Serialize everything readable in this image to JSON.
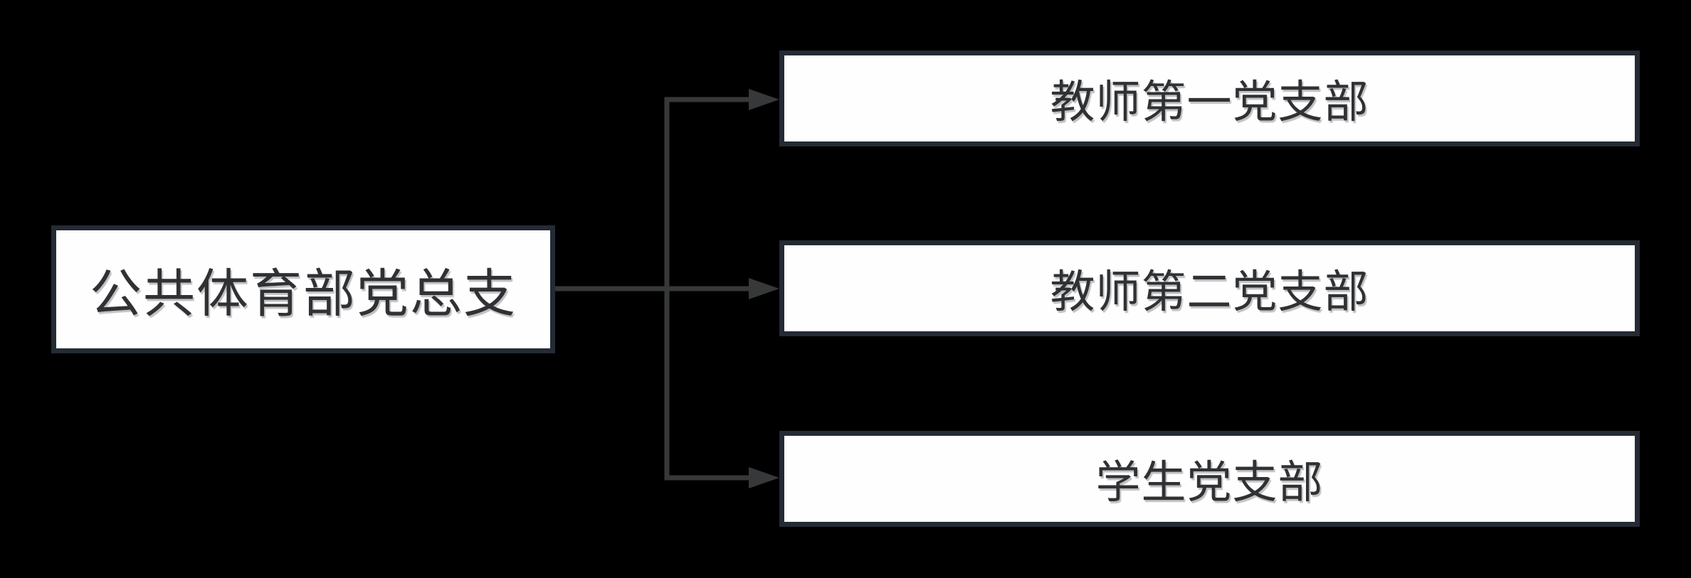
{
  "diagram": {
    "type": "org-chart",
    "root": {
      "id": "root",
      "label": "公共体育部党总支"
    },
    "children": [
      {
        "id": "child-1",
        "label": "教师第一党支部"
      },
      {
        "id": "child-2",
        "label": "教师第二党支部"
      },
      {
        "id": "child-3",
        "label": "学生党支部"
      }
    ],
    "edges": [
      {
        "from": "root",
        "to": "child-1",
        "style": "elbow-arrow"
      },
      {
        "from": "root",
        "to": "child-2",
        "style": "straight-arrow"
      },
      {
        "from": "root",
        "to": "child-3",
        "style": "elbow-arrow"
      }
    ]
  },
  "colors": {
    "background": "#000000",
    "node_fill": "#fefefe",
    "node_border": "#242b34",
    "connector": "#363839",
    "text": "#2f3134"
  }
}
